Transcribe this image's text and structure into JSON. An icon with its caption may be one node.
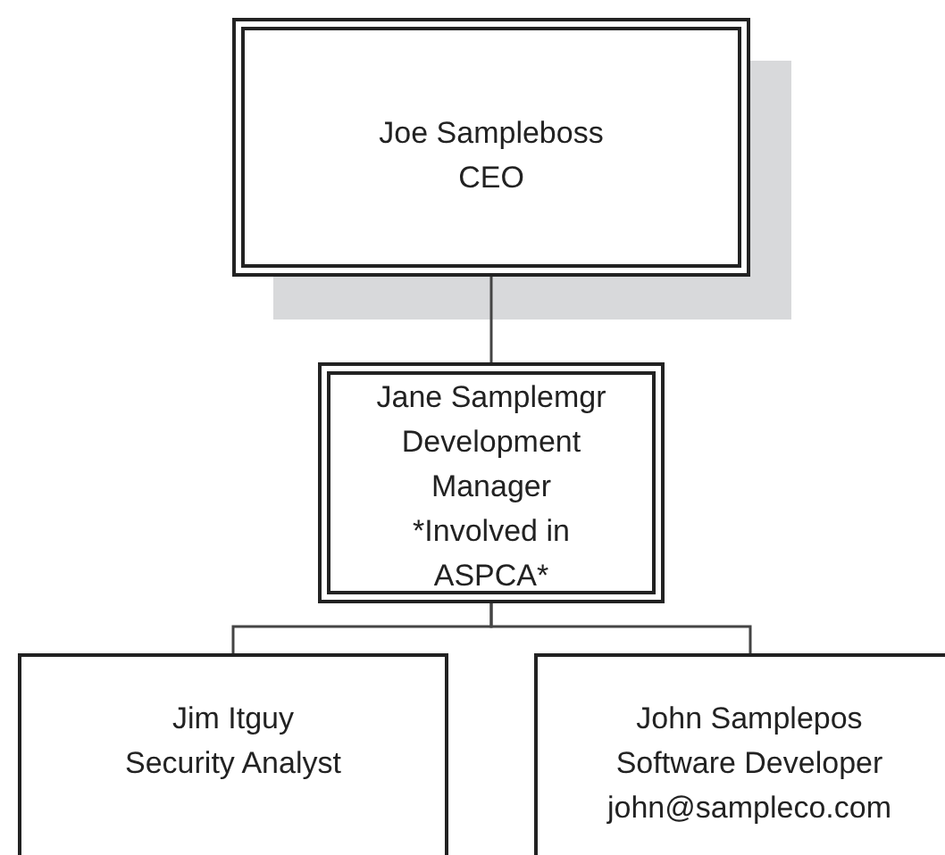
{
  "diagram": {
    "nodes": [
      {
        "text": [
          "Joe Sampleboss",
          "CEO"
        ]
      },
      {
        "text": [
          "Jane Samplemgr",
          "Development Manager",
          "*Involved in ASPCA*"
        ]
      },
      {
        "text": [
          "Jim Itguy",
          "Security Analyst"
        ]
      },
      {
        "text": [
          "John Samplepos",
          "Software Developer",
          "john@sampleco.com"
        ]
      }
    ],
    "edges": [
      {
        "from": 0,
        "to": 1,
        "arrow": "none"
      },
      {
        "from": 1,
        "to": 2,
        "arrow": "none"
      },
      {
        "from": 1,
        "to": 3,
        "arrow": "none"
      }
    ]
  }
}
